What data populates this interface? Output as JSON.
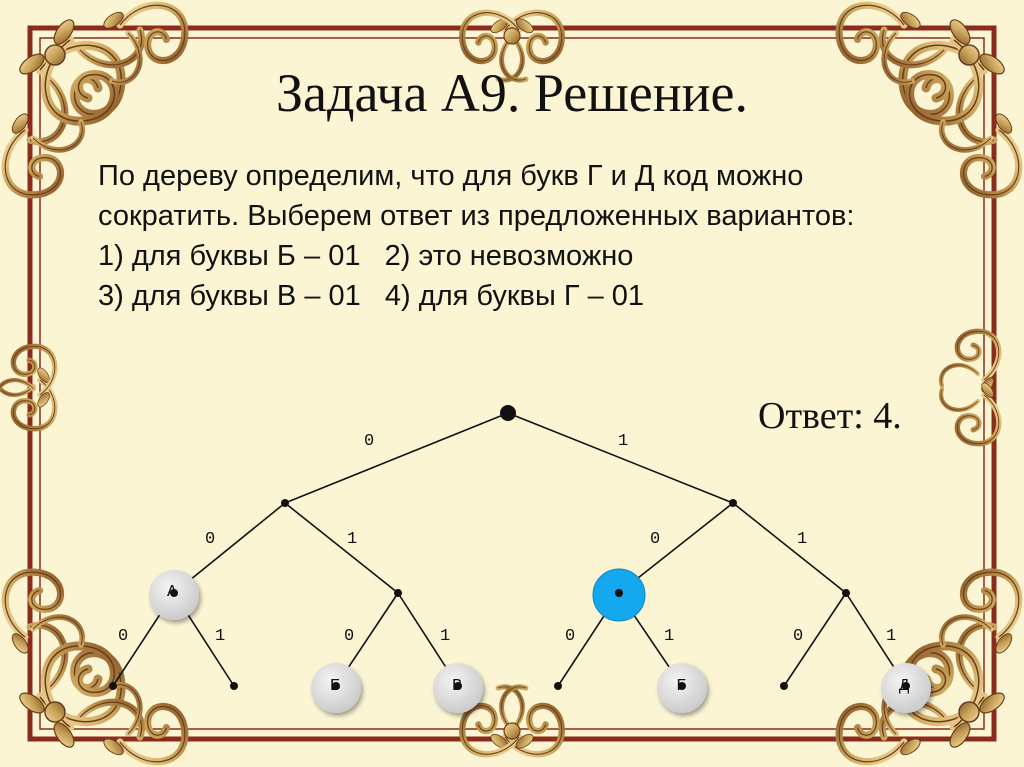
{
  "slide": {
    "title": "Задача А9. Решение.",
    "lines": [
      "По дереву определим, что для букв Г и Д код можно",
      "сократить. Выберем ответ из предложенных вариантов:",
      "1) для буквы Б – 01   2) это невозможно",
      "3) для буквы В – 01   4) для буквы Г – 01"
    ],
    "answer": "Ответ: 4."
  },
  "tree": {
    "edge_labels": [
      "0",
      "1"
    ],
    "letters": [
      "А",
      "Б",
      "В",
      "Г",
      "Д"
    ],
    "highlight_color": "#14a8ee",
    "leaf_fill": "#dcdcdc"
  }
}
